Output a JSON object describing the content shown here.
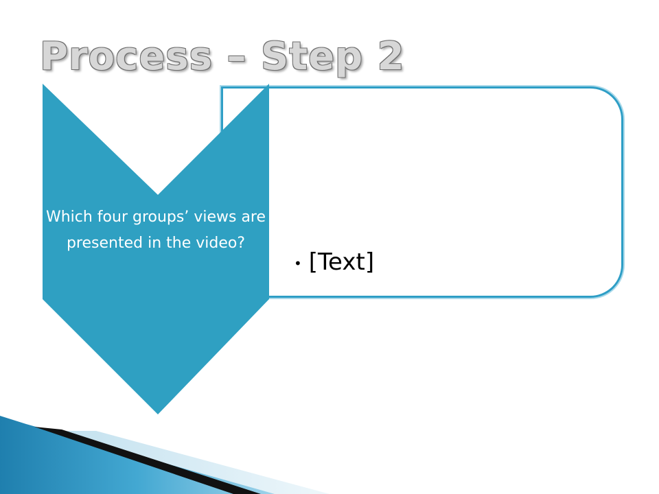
{
  "slide": {
    "title": "Process – Step 2",
    "step_label": "Which four groups’ views are presented in the video?",
    "bullets": [
      "[Text]"
    ]
  },
  "colors": {
    "accent": "#2e9ec6",
    "title_fill": "#d7d7d7",
    "title_outline": "#6e6e6e",
    "corner_dark": "#111111",
    "corner_blue": "#2c8ab8"
  }
}
